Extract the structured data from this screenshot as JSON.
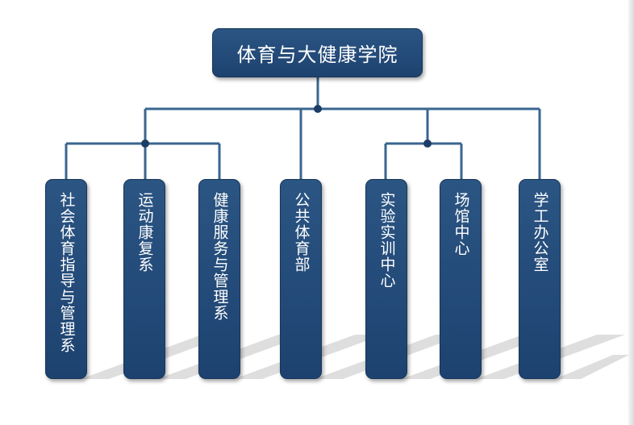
{
  "colors": {
    "box": "#1d4270",
    "line": "#3a6690",
    "junction": "#1b3d66",
    "shadow": "#d2d2d2"
  },
  "org": {
    "root": "体育与大健康学院",
    "units": [
      "社会体育指导与管理系",
      "运动康复系",
      "健康服务与管理系",
      "公共体育部",
      "实验实训中心",
      "场馆中心",
      "学工办公室"
    ]
  }
}
